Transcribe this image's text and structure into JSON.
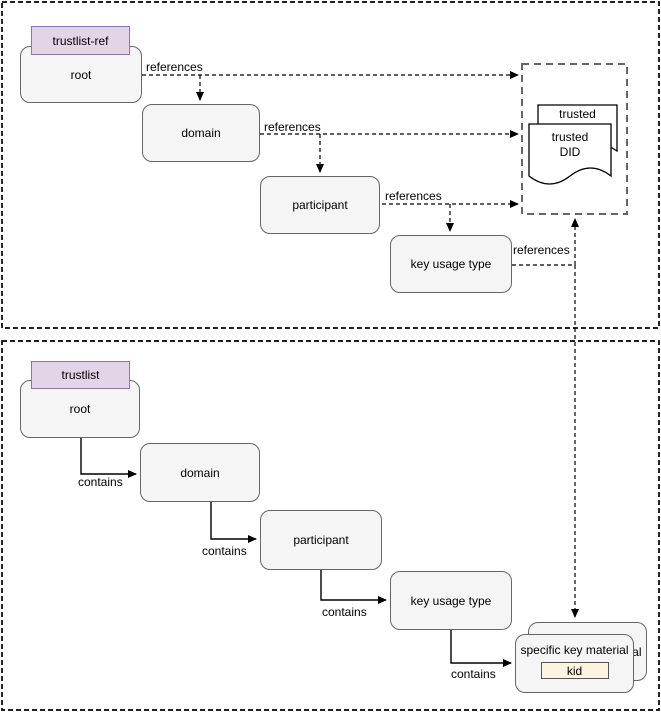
{
  "colors": {
    "tag_fill": "#e1d5e7",
    "tag_stroke": "#9673a6",
    "node_fill": "#f5f5f5",
    "node_stroke": "#666666",
    "kid_fill": "#faf4e1",
    "kid_stroke": "#555555",
    "line_color": "#000000",
    "group_stroke": "#666666"
  },
  "top_section": {
    "tag": "trustlist-ref",
    "nodes": [
      {
        "id": "root",
        "label": "root"
      },
      {
        "id": "domain",
        "label": "domain"
      },
      {
        "id": "participant",
        "label": "participant"
      },
      {
        "id": "key-usage-type",
        "label": "key usage type"
      }
    ],
    "edges": [
      {
        "label": "references"
      },
      {
        "label": "references"
      },
      {
        "label": "references"
      },
      {
        "label": "references"
      }
    ],
    "documents": {
      "back": "trusted",
      "front": "trusted\nDID"
    }
  },
  "bottom_section": {
    "tag": "trustlist",
    "nodes": [
      {
        "id": "root",
        "label": "root"
      },
      {
        "id": "domain",
        "label": "domain"
      },
      {
        "id": "participant",
        "label": "participant"
      },
      {
        "id": "key-usage-type",
        "label": "key usage type"
      }
    ],
    "edges": [
      {
        "label": "contains"
      },
      {
        "label": "contains"
      },
      {
        "label": "contains"
      },
      {
        "label": "contains"
      }
    ],
    "key_material": {
      "back": "specific key material",
      "front": "specific key material",
      "kid": "kid"
    }
  }
}
